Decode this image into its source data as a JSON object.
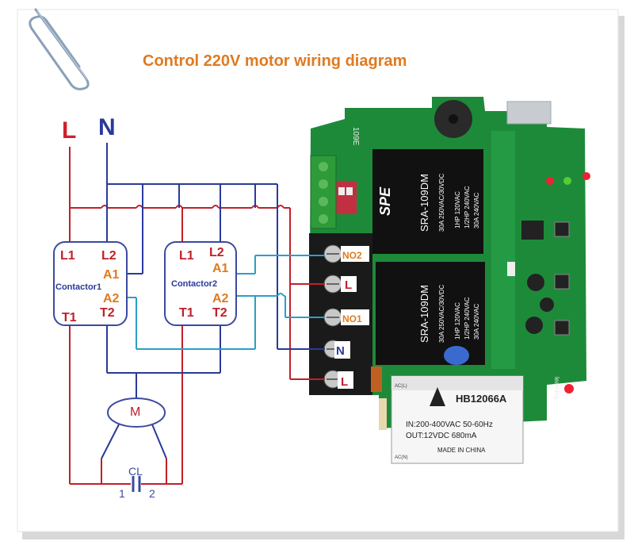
{
  "title": "Control 220V motor wiring diagram",
  "supply": {
    "line": "L",
    "neutral": "N"
  },
  "contactor1": {
    "name": "Contactor1",
    "l1": "L1",
    "l2": "L2",
    "a1": "A1",
    "a2": "A2",
    "t1": "T1",
    "t2": "T2"
  },
  "contactor2": {
    "name": "Contactor2",
    "l1": "L1",
    "l2": "L2",
    "a1": "A1",
    "a2": "A2",
    "t1": "T1",
    "t2": "T2"
  },
  "motor": {
    "label": "M"
  },
  "capacitor": {
    "label": "CL",
    "pin1": "1",
    "pin2": "2"
  },
  "terminals": [
    "NO2",
    "L",
    "NO1",
    "N",
    "L"
  ],
  "relay1": {
    "brand": "SPE",
    "model": "SRA-109DM",
    "spec1": "30A 250VAC/30VDC",
    "spec2": "1HP 120VAC",
    "spec3": "1/2HP 240VAC",
    "spec4": "30A 240VAC"
  },
  "relay2": {
    "model": "SRA-109DM",
    "spec1": "30A 250VAC/30VDC",
    "spec2": "1HP 120VAC",
    "spec3": "1/2HP 240VAC",
    "spec4": "30A 240VAC"
  },
  "power_module": {
    "model": "HB12066A",
    "input": "IN:200-400VAC  50-60Hz",
    "output": "OUT:12VDC  680mA",
    "origin": "MADE IN CHINA",
    "ac_n": "AC(N)",
    "ac_l": "AC(L)"
  },
  "board_marks": {
    "code": "109E",
    "learning": "learning"
  },
  "colors": {
    "line_wire": "#c0202a",
    "neutral_wire": "#2a3a9a",
    "control_wire": "#2a9fc8",
    "pcb": "#1d8a3a",
    "title": "#e07a20"
  }
}
